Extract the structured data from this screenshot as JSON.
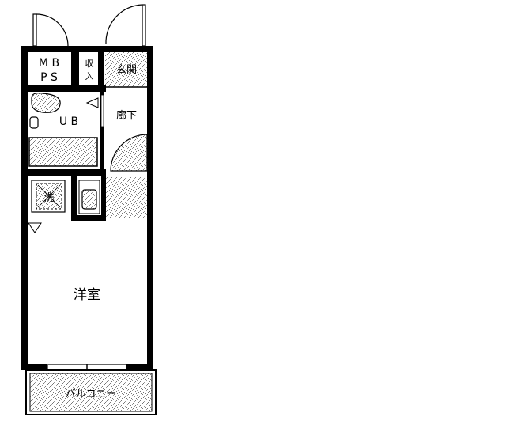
{
  "floorplan": {
    "rooms": {
      "mbps_line1": "M B",
      "mbps_line2": "P S",
      "storage_line1": "収",
      "storage_line2": "入",
      "entrance": "玄関",
      "bathroom": "U B",
      "hallway": "廊下",
      "washer": "洗",
      "western_room": "洋室",
      "balcony": "バルコニー"
    },
    "colors": {
      "wall": "#000000",
      "floor_speckle": "#b8b8b8",
      "background": "#ffffff"
    }
  }
}
